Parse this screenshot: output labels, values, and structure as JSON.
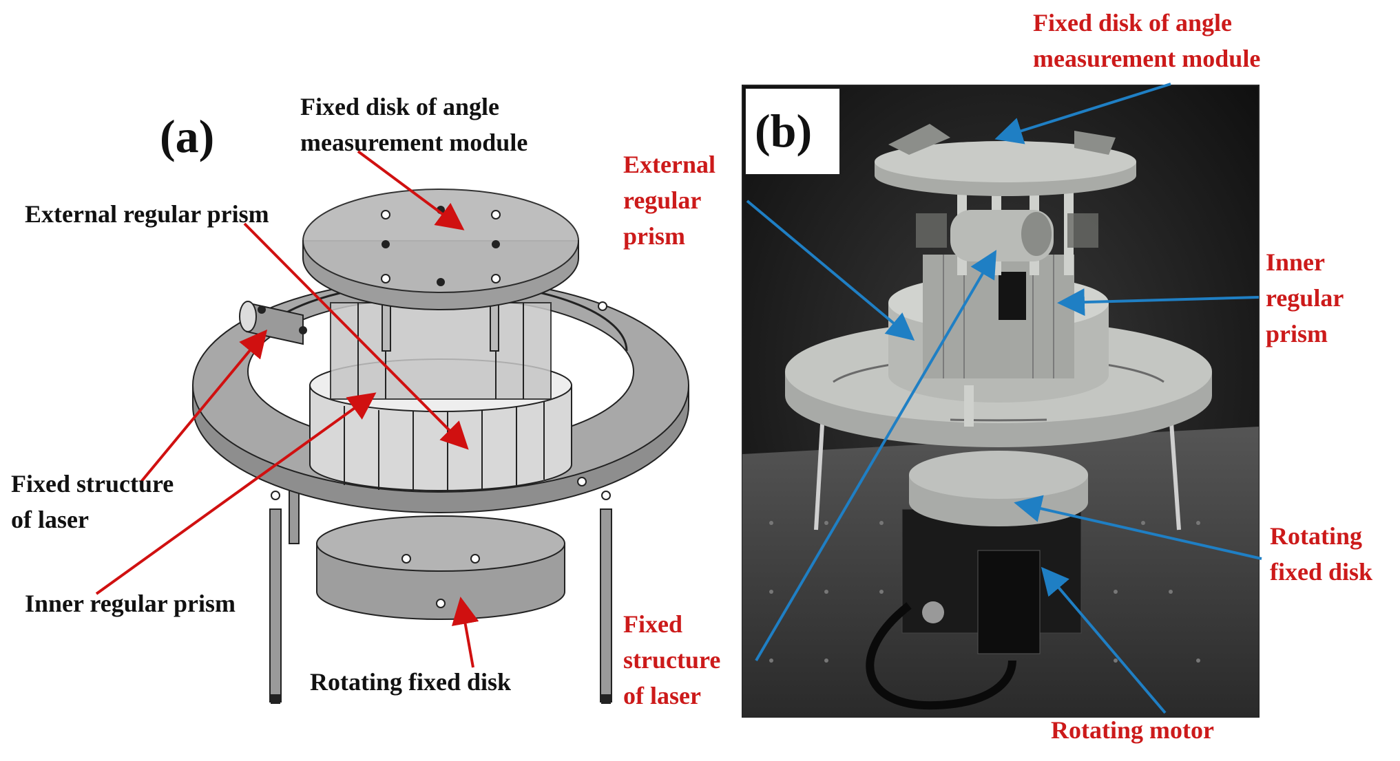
{
  "panel_a": {
    "letter": "(a)",
    "labels": {
      "fixed_disk_line1": "Fixed disk of angle",
      "fixed_disk_line2": "measurement module",
      "external_prism": "External regular prism",
      "fixed_structure_line1": "Fixed structure",
      "fixed_structure_line2": "of laser",
      "inner_prism": "Inner regular prism",
      "rotating_disk": "Rotating fixed disk"
    }
  },
  "panel_b": {
    "letter": "(b)",
    "labels": {
      "fixed_disk_line1": "Fixed disk of angle",
      "fixed_disk_line2": "measurement module",
      "external_line1": "External",
      "external_line2": "regular",
      "external_line3": "prism",
      "inner_line1": "Inner",
      "inner_line2": "regular",
      "inner_line3": "prism",
      "rotating_line1": "Rotating",
      "rotating_line2": "fixed disk",
      "fixed_structure_line1": "Fixed",
      "fixed_structure_line2": "structure",
      "fixed_structure_line3": "of laser",
      "motor": "Rotating motor"
    }
  },
  "colors": {
    "label_red": "#cc1a1a",
    "label_black": "#111111",
    "arrow_red": "#d01010",
    "arrow_blue": "#1f7fc4"
  }
}
